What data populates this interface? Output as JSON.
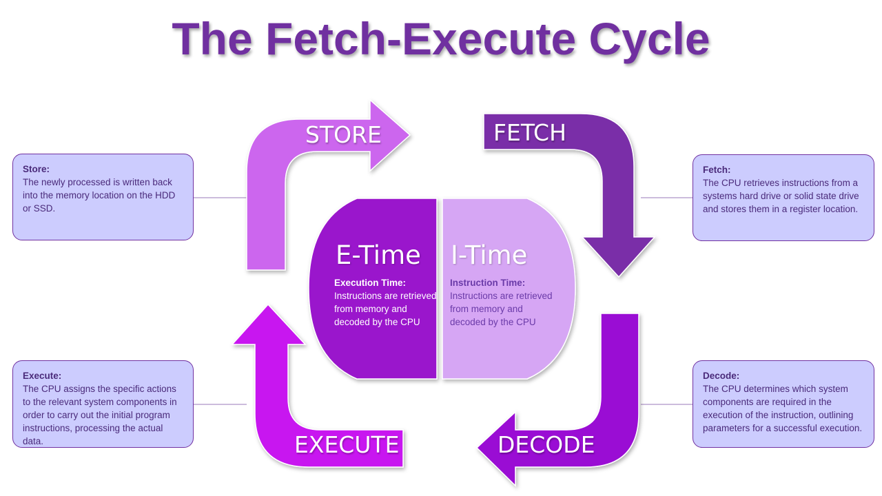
{
  "title": "The Fetch-Execute Cycle",
  "colors": {
    "title": "#7030a0",
    "store_arrow": "#cc66ee",
    "fetch_arrow": "#7a2fa8",
    "decode_arrow": "#9a10d4",
    "execute_arrow": "#c814f0",
    "etime_shape": "#9a12cc",
    "itime_shape": "#d6a6f4",
    "box_fill": "#ccccfe"
  },
  "arrows": {
    "store": "STORE",
    "fetch": "FETCH",
    "decode": "DECODE",
    "execute": "EXECUTE"
  },
  "center": {
    "etime": {
      "heading": "E-Time",
      "label": "Execution Time:",
      "text": "Instructions are retrieved from memory and decoded by the CPU"
    },
    "itime": {
      "heading": "I-Time",
      "label": "Instruction Time:",
      "text": "Instructions are retrieved from memory and decoded by the CPU"
    }
  },
  "boxes": {
    "store": {
      "heading": "Store:",
      "text": "The newly processed is written back into the memory location on the HDD or SSD."
    },
    "fetch": {
      "heading": "Fetch:",
      "text": "The CPU retrieves instructions from a systems hard drive or solid state drive and stores them in a register location."
    },
    "execute": {
      "heading": "Execute:",
      "text": "The CPU assigns the specific actions to the relevant system components in order to carry out the initial program instructions, processing the actual data."
    },
    "decode": {
      "heading": "Decode:",
      "text": "The CPU determines which system components are required in the execution of the instruction, outlining parameters for a successful execution."
    }
  }
}
